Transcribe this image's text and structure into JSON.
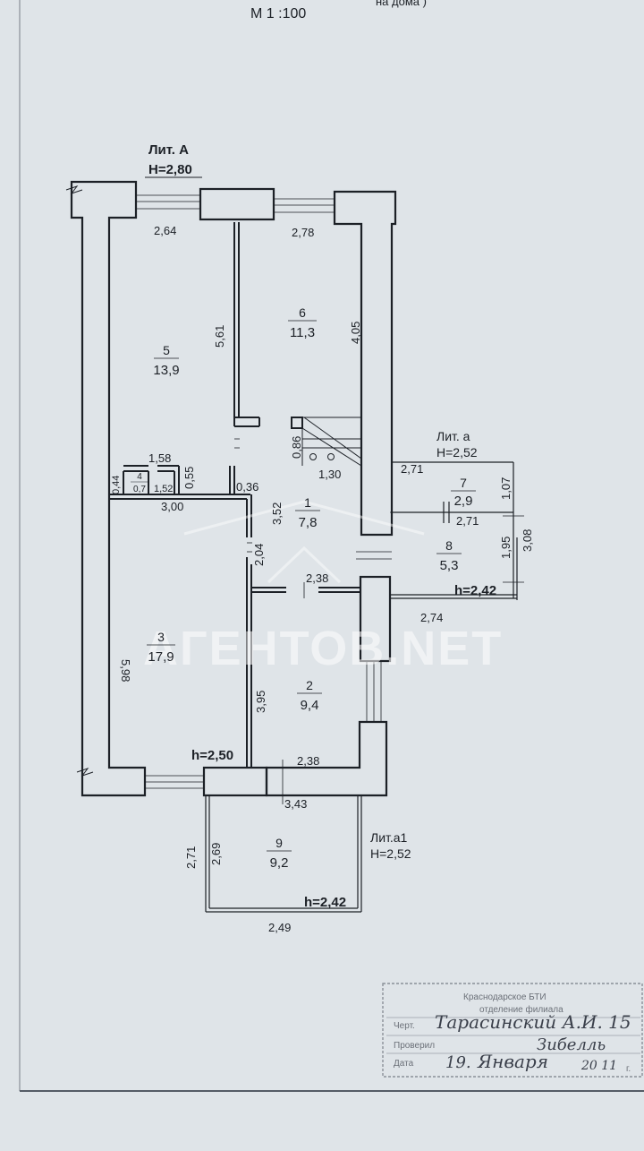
{
  "header": {
    "scale": "М 1 :100",
    "top_fragment": "на дома )"
  },
  "litA": {
    "label": "Лит. А",
    "height": "Н=2,80"
  },
  "lita": {
    "label": "Лит. а",
    "height": "Н=2,52"
  },
  "lita1": {
    "label": "Лит.а1",
    "height": "Н=2,52"
  },
  "rooms": [
    {
      "num": "1",
      "area": "7,8"
    },
    {
      "num": "2",
      "area": "9,4"
    },
    {
      "num": "3",
      "area": "17,9"
    },
    {
      "num": "4",
      "area": "0,7"
    },
    {
      "num": "5",
      "area": "13,9"
    },
    {
      "num": "6",
      "area": "11,3"
    },
    {
      "num": "7",
      "area": "2,9"
    },
    {
      "num": "8",
      "area": "5,3"
    },
    {
      "num": "9",
      "area": "9,2"
    }
  ],
  "dims": {
    "d264": "2,64",
    "d278": "2,78",
    "d561": "5,61",
    "d405": "4,05",
    "d086": "0,86",
    "d130": "1,30",
    "d158": "1,58",
    "d044": "0,44",
    "d152": "1,52",
    "d055": "0,55",
    "d036": "0,36",
    "d352": "3,52",
    "d300": "3,00",
    "d204": "2,04",
    "d238a": "2,38",
    "d598": "5,98",
    "d395": "3,95",
    "d238b": "2,38",
    "d343": "3,43",
    "d271a": "2,71",
    "d107": "1,07",
    "d271b": "2,71",
    "d195": "1,95",
    "d308": "3,08",
    "d274": "2,74",
    "d271c": "2,71",
    "d269": "2,69",
    "d249": "2,49"
  },
  "heights": {
    "h250": "h=2,50",
    "h242a": "h=2,42",
    "h242b": "h=2,42"
  },
  "watermark": "АГЕНТОВ.NET",
  "stamp": {
    "org": "Краснодарское БТИ",
    "branch": "отделение филиала",
    "drew_label": "Черт.",
    "checked_label": "Проверил",
    "date_label": "Дата",
    "drew_sig": "Тарасинский А.И. 15",
    "checked_sig": "Зибелль",
    "date_day": "19.",
    "date_month": "Января",
    "date_year": "20 11",
    "date_suffix": "г."
  },
  "colors": {
    "ink": "#1c2026",
    "paper": "#dfe4e8"
  }
}
